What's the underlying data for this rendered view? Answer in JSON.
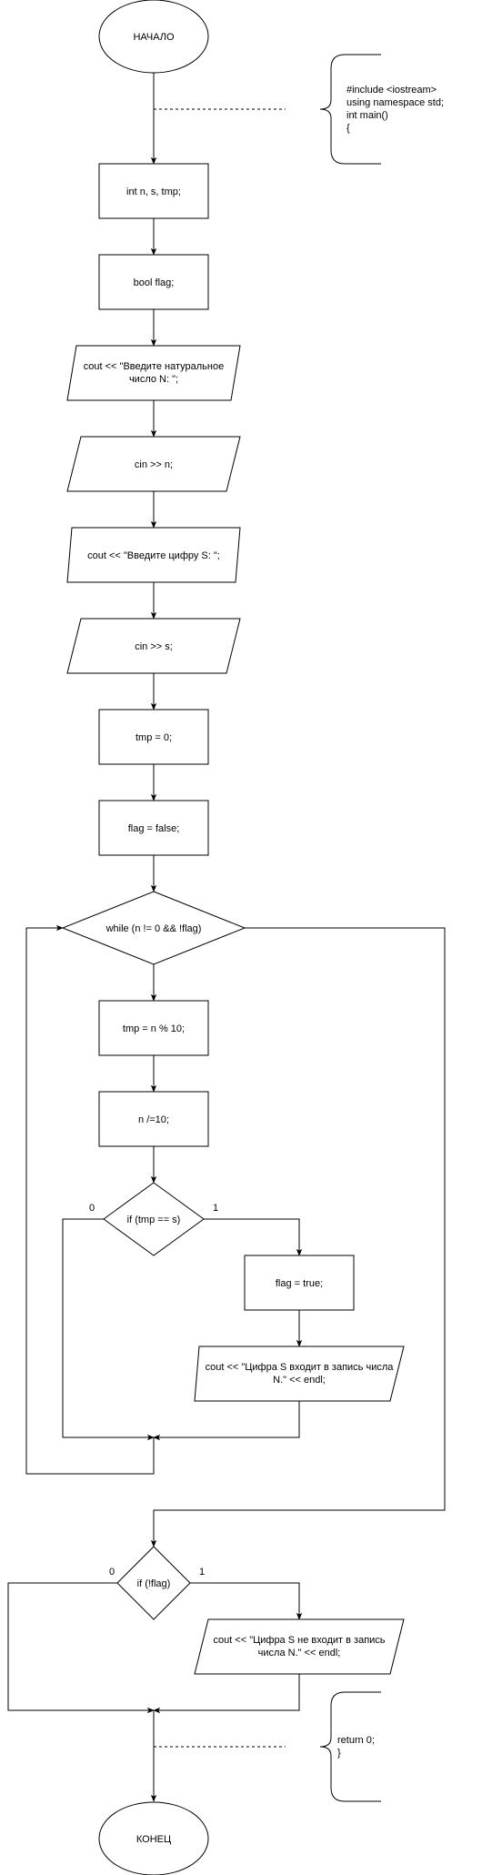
{
  "start": {
    "label": "НАЧАЛО"
  },
  "end": {
    "label": "КОНЕЦ"
  },
  "comment_top": {
    "lines": [
      "#include <iostream>",
      "using namespace std;",
      "int main()",
      "{"
    ]
  },
  "comment_bottom": {
    "lines": [
      "return 0;",
      "}"
    ]
  },
  "steps": {
    "declare_vars": "int n, s, tmp;",
    "declare_flag": "bool flag;",
    "prompt_n": [
      "cout << \"Введите натуральное",
      "число N: \";"
    ],
    "read_n": "cin >> n;",
    "prompt_s": "cout << \"Введите цифру S: \";",
    "read_s": "cin >> s;",
    "init_tmp": "tmp = 0;",
    "init_flag": "flag = false;",
    "loop_cond": "while (n != 0 && !flag)",
    "calc_tmp": "tmp = n % 10;",
    "div_n": "n /=10;",
    "if_match": "if (tmp == s)",
    "set_flag": "flag = true;",
    "out_found": [
      "cout << \"Цифра S входит в запись числа",
      "N.\" << endl;"
    ],
    "if_not_flag": "if (!flag)",
    "out_not_found": [
      "cout << \"Цифра S не входит в запись",
      "числа N.\" << endl;"
    ]
  },
  "branch_labels": {
    "if_match_false": "0",
    "if_match_true": "1",
    "if_not_flag_false": "0",
    "if_not_flag_true": "1"
  }
}
